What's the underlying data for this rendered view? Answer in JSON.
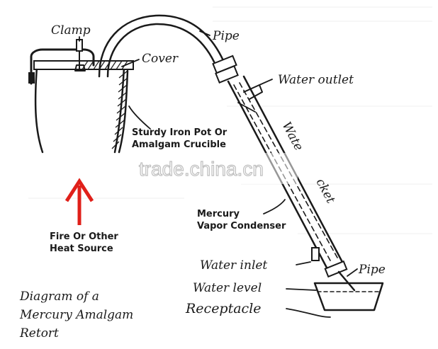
{
  "labels": {
    "clamp": "Clamp",
    "pipe_top": "Pipe",
    "cover": "Cover",
    "water_outlet": "Water outlet",
    "water_jacket_part1": "Wate",
    "water_jacket_part2": "cket",
    "pot_line1": "Sturdy Iron Pot Or",
    "pot_line2": "Amalgam Crucible",
    "condenser_line1": "Mercury",
    "condenser_line2": "Vapor Condenser",
    "fire_line1": "Fire Or Other",
    "fire_line2": "Heat Source",
    "water_inlet": "Water inlet",
    "pipe_bottom": "Pipe",
    "water_level": "Water level",
    "receptacle": "Receptacle"
  },
  "caption": {
    "line1": "Diagram of a",
    "line2": "Mercury Amalgam",
    "line3": "Retort"
  },
  "watermark": "trade.china.cn",
  "colors": {
    "ink": "#1a1a1a",
    "arrow": "#e0201a",
    "background": "#ffffff",
    "watermark": "#ffffff"
  }
}
